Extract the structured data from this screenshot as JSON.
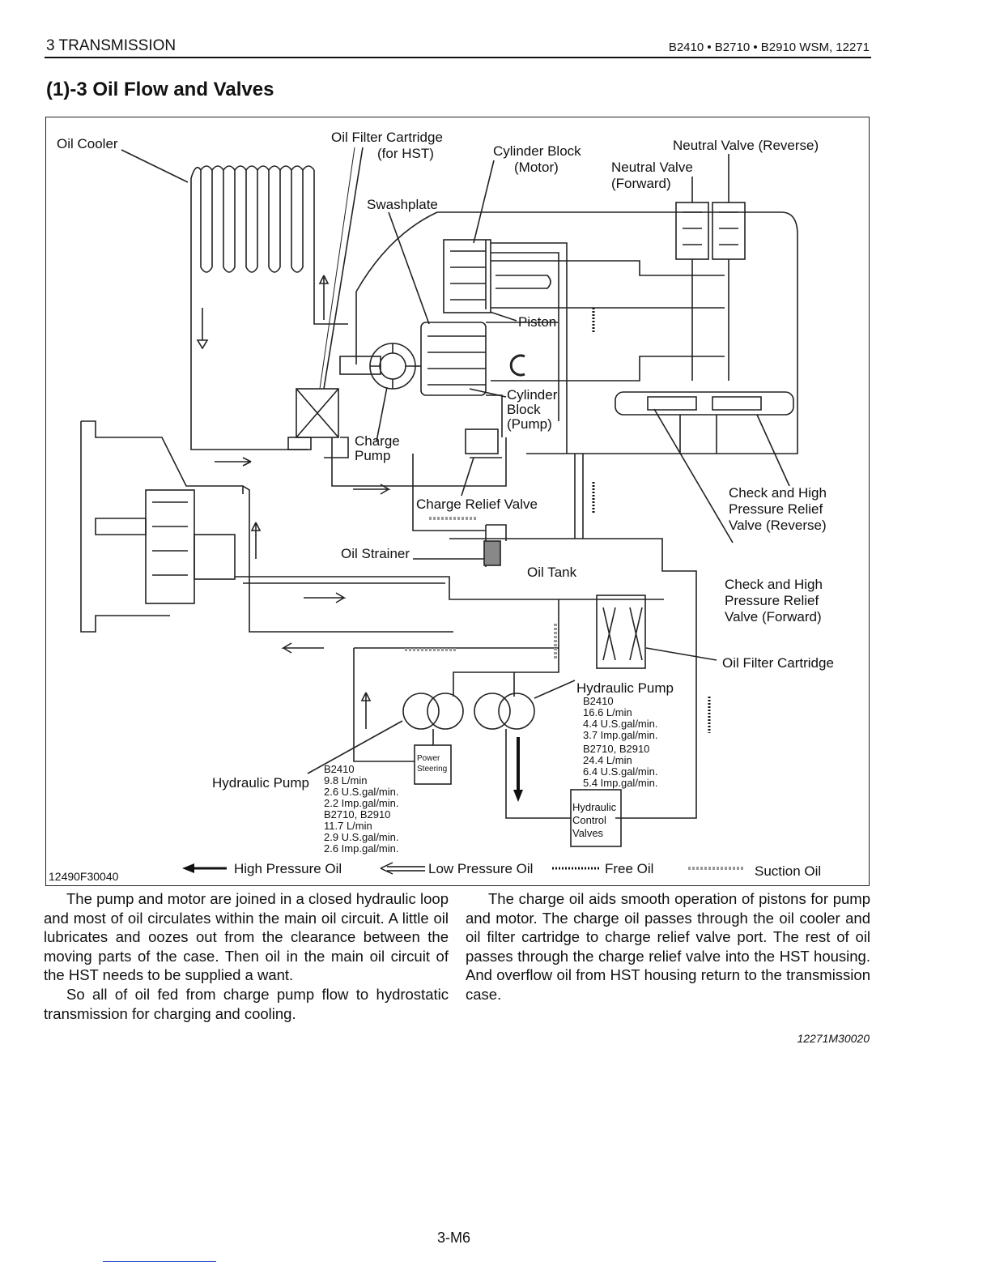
{
  "header": {
    "section": "3 TRANSMISSION",
    "manual_ref": "B2410 • B2710 • B2910 WSM, 12271"
  },
  "title": "(1)-3 Oil Flow and Valves",
  "figure": {
    "figure_id": "12490F30040",
    "labels": {
      "oil_cooler": "Oil Cooler",
      "oil_filter_hst_1": "Oil Filter Cartridge",
      "oil_filter_hst_2": "(for HST)",
      "cylinder_block_motor_1": "Cylinder Block",
      "cylinder_block_motor_2": "(Motor)",
      "neutral_valve_reverse": "Neutral Valve (Reverse)",
      "neutral_valve_forward_1": "Neutral Valve",
      "neutral_valve_forward_2": "(Forward)",
      "swashplate": "Swashplate",
      "piston": "Piston",
      "cylinder_block_pump_1": "Cylinder",
      "cylinder_block_pump_2": "Block",
      "cylinder_block_pump_3": "(Pump)",
      "charge_pump_1": "Charge",
      "charge_pump_2": "Pump",
      "charge_relief_valve": "Charge Relief Valve",
      "check_reverse_1": "Check and High",
      "check_reverse_2": "Pressure Relief",
      "check_reverse_3": "Valve (Reverse)",
      "oil_strainer": "Oil Strainer",
      "oil_tank": "Oil Tank",
      "check_forward_1": "Check and High",
      "check_forward_2": "Pressure Relief",
      "check_forward_3": "Valve (Forward)",
      "oil_filter_cartridge": "Oil Filter Cartridge",
      "hydraulic_pump_right": "Hydraulic Pump",
      "power_steering_1": "Power",
      "power_steering_2": "Steering",
      "hydraulic_pump_left": "Hydraulic Pump",
      "hcv_1": "Hydraulic",
      "hcv_2": "Control",
      "hcv_3": "Valves"
    },
    "pump_specs_right": {
      "model_a": "B2410",
      "a_lpm": "16.6 L/min",
      "a_usgal": "4.4 U.S.gal/min.",
      "a_impgal": "3.7 Imp.gal/min.",
      "model_b": "B2710, B2910",
      "b_lpm": "24.4 L/min",
      "b_usgal": "6.4 U.S.gal/min.",
      "b_impgal": "5.4 Imp.gal/min."
    },
    "pump_specs_left": {
      "model_a": "B2410",
      "a_lpm": "9.8 L/min",
      "a_usgal": "2.6 U.S.gal/min.",
      "a_impgal": "2.2 Imp.gal/min.",
      "model_b": "B2710, B2910",
      "b_lpm": "11.7 L/min",
      "b_usgal": "2.9 U.S.gal/min.",
      "b_impgal": "2.6 Imp.gal/min."
    },
    "legend": {
      "high_pressure": "High Pressure Oil",
      "low_pressure": "Low Pressure Oil",
      "free_oil": "Free Oil",
      "suction_oil": "Suction Oil"
    }
  },
  "body": {
    "left_p1": "The pump and motor are joined in a closed hydraulic loop and most of oil circulates within the main oil circuit. A little oil lubricates and oozes out from the clearance between the moving parts of the case. Then oil in the main oil circuit of the HST needs to be supplied a want.",
    "left_p2": "So all of oil fed from charge pump flow to hydrostatic transmission for charging and cooling.",
    "right_p1": "The charge oil aids smooth operation of pistons for pump and motor. The charge oil passes through the oil cooler and oil filter cartridge to charge relief valve port. The rest of oil passes through the charge relief valve into the HST housing. And overflow oil from HST housing return to the transmission case."
  },
  "doc_code": "12271M30020",
  "page_number": "3-M6"
}
